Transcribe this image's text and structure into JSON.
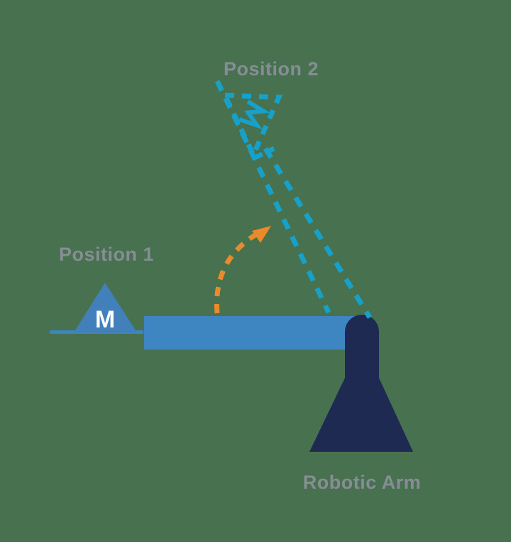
{
  "diagram": {
    "labels": {
      "position1": "Position 1",
      "position2": "Position 2",
      "robotic_arm": "Robotic Arm"
    },
    "mass_label": "M",
    "colors": {
      "background": "#47714F",
      "arm_blue": "#3E86C1",
      "ground_line_blue": "#3E84BF",
      "block_blue": "#4180BA",
      "base_navy": "#1F2A52",
      "dash_cyan": "#17A1C9",
      "arc_orange": "#E98A2B",
      "label_gray": "#878D94",
      "mass_text_white": "#FFFFFF"
    }
  }
}
